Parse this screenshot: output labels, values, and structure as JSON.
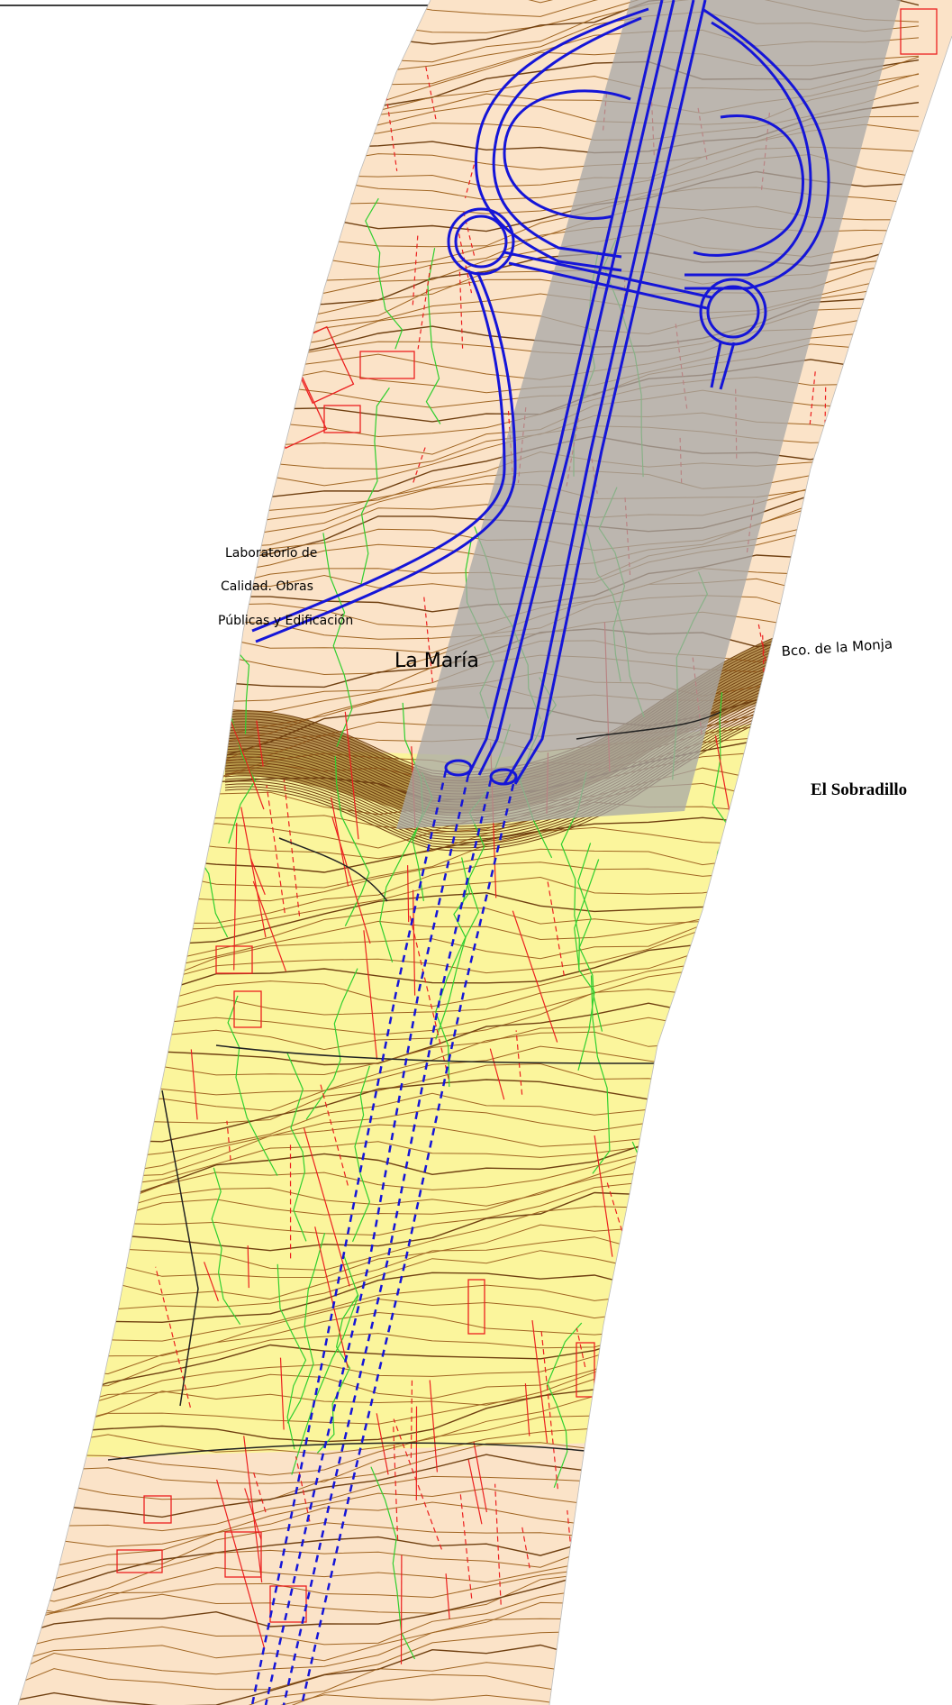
{
  "labels": {
    "lab_line1": "Laboratorio de",
    "lab_line2": "Calidad. Obras",
    "lab_line3": "Públicas y Edificación",
    "la_maria": "La María",
    "bco": "Bco. de la Monja",
    "sobradillo": "El Sobradillo"
  },
  "colors": {
    "background": "#ffffff",
    "strip_fill_upper": "#fbe3c8",
    "strip_fill_lower": "#fbf59c",
    "ravine_fill": "#a2792f",
    "contour": "#a06522",
    "contour_dark": "#6f3f10",
    "road_blue": "#1515d8",
    "corridor_gray": "#a7a7a7",
    "parcel_red": "#ec1f1f",
    "vegetation_green": "#2fcf2f",
    "building_black": "#222222"
  }
}
